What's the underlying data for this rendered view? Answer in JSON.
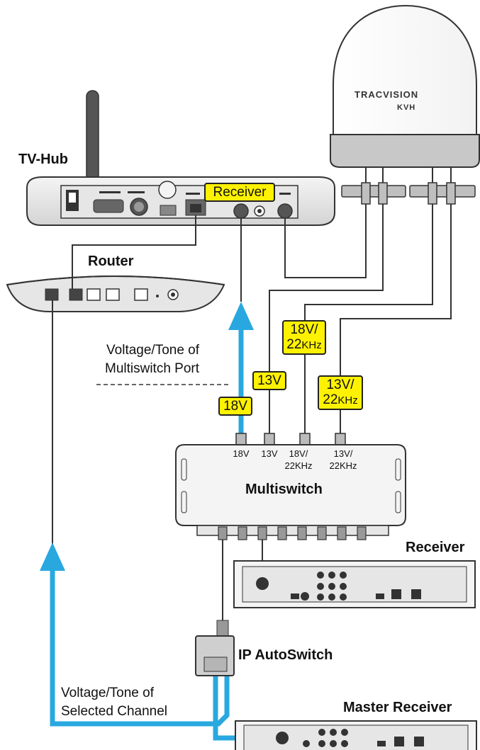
{
  "devices": {
    "tvhub": "TV-Hub",
    "router": "Router",
    "multiswitch": "Multiswitch",
    "receiver": "Receiver",
    "ip_autoswitch": "IP AutoSwitch",
    "master_receiver": "Master Receiver"
  },
  "antenna": {
    "brand": "TRACVISION",
    "maker": "KVH"
  },
  "tvhub_port_tag": "Receiver",
  "annotations": {
    "multiswitch_port_line1": "Voltage/Tone of",
    "multiswitch_port_line2": "Multiswitch Port",
    "selected_channel_line1": "Voltage/Tone of",
    "selected_channel_line2": "Selected Channel"
  },
  "line_tags": {
    "v18": "18V",
    "v13": "13V",
    "v18_22_line1": "18V/",
    "v18_22_line2": "22",
    "v18_22_unit": "KHz",
    "v13_22_line1": "13V/",
    "v13_22_line2": "22",
    "v13_22_unit": "KHz"
  },
  "multiswitch_ports": {
    "p1": "18V",
    "p2": "13V",
    "p3_line1": "18V/",
    "p3_line2": "22KHz",
    "p4_line1": "13V/",
    "p4_line2": "22KHz"
  },
  "colors": {
    "signal_arrow": "#29a8e0",
    "tag_fill": "#fff200"
  }
}
